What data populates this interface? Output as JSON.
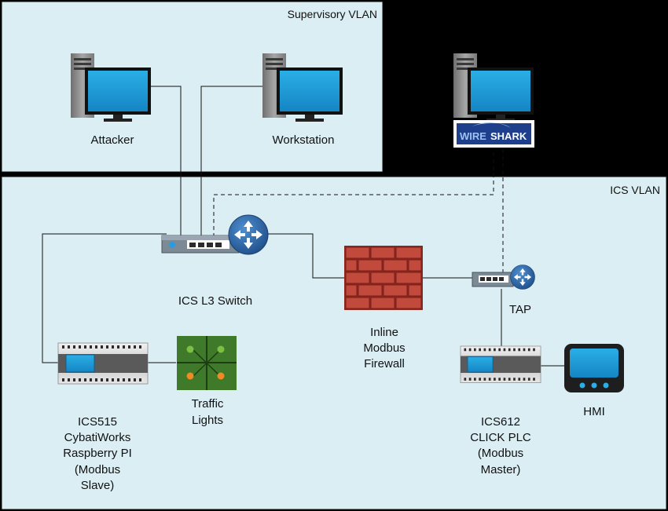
{
  "zones": {
    "supervisory": {
      "label": "Supervisory VLAN"
    },
    "ics": {
      "label": "ICS VLAN"
    }
  },
  "nodes": {
    "attacker": {
      "label": "Attacker"
    },
    "workstation": {
      "label": "Workstation"
    },
    "wireshark": {
      "logo_text_left": "WIRE",
      "logo_text_right": "SHARK"
    },
    "switch": {
      "label": "ICS L3 Switch"
    },
    "firewall": {
      "label_lines": [
        "Inline",
        "Modbus",
        "Firewall"
      ]
    },
    "tap": {
      "label": "TAP"
    },
    "ics515": {
      "label_lines": [
        "ICS515",
        "CybatiWorks",
        "Raspberry PI",
        "(Modbus",
        "Slave)"
      ]
    },
    "traffic_lights": {
      "label_lines": [
        "Traffic",
        "Lights"
      ]
    },
    "ics612": {
      "label_lines": [
        "ICS612",
        "CLICK PLC",
        "(Modbus",
        "Master)"
      ]
    },
    "hmi": {
      "label": "HMI"
    }
  },
  "colors": {
    "zone_fill": "#dbeef4",
    "background": "#000000",
    "screen_blue": "#1a9ad6",
    "tower_gray": "#8c8c8c",
    "brick_red": "#c0392b",
    "router_blue": "#2f68a7",
    "traffic_green": "#3e7a2a",
    "light_green": "#7bc043",
    "light_orange": "#f08a24",
    "wireshark_blue": "#1d3f8c"
  },
  "icons": [
    "desktop-computer-icon",
    "wireshark-logo",
    "network-switch-icon",
    "router-icon",
    "firewall-icon",
    "plc-icon",
    "traffic-light-icon",
    "hmi-tablet-icon"
  ]
}
